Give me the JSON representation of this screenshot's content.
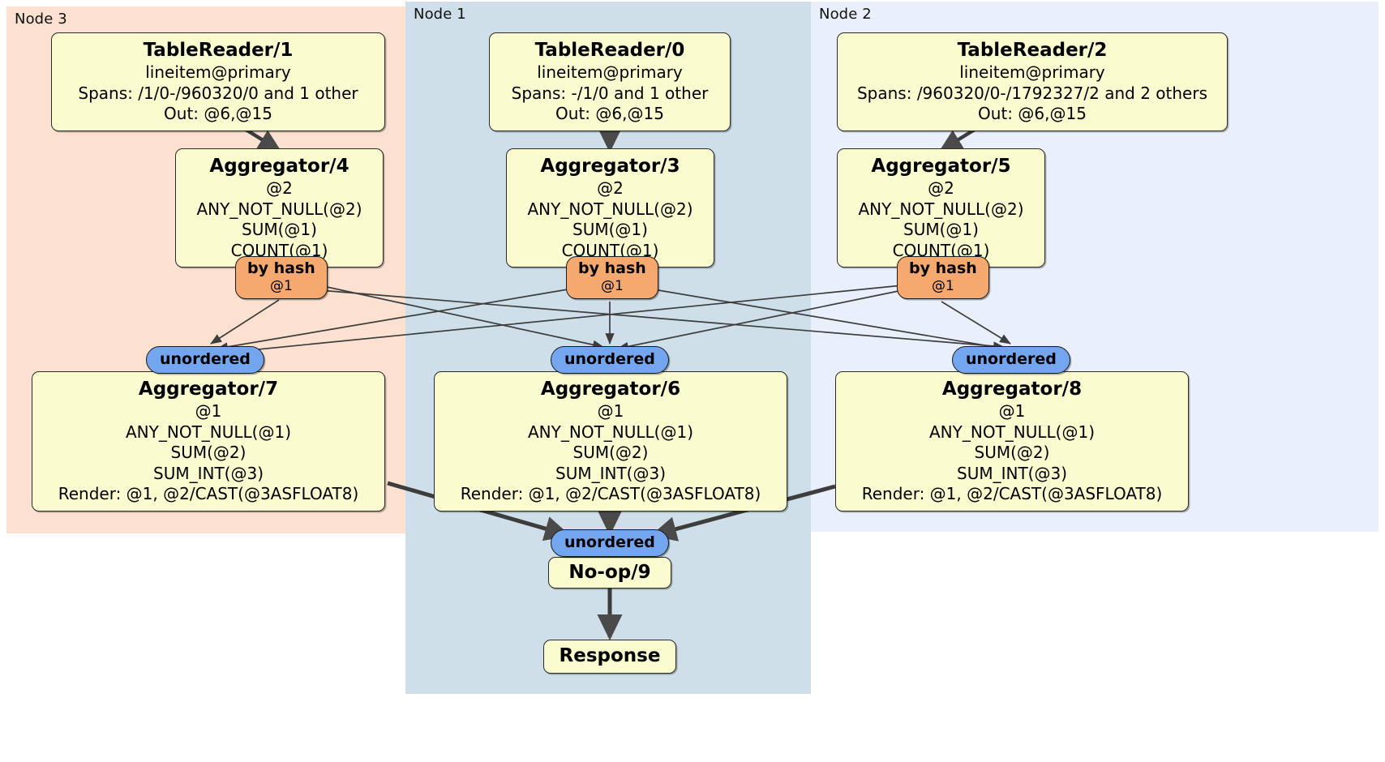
{
  "diagram": {
    "type": "distributed-query-plan",
    "title": "",
    "colors": {
      "node3_panel": "#fce0d0",
      "node1_panel": "#cfdfe9",
      "node2_panel": "#eaf0fb",
      "processor_box": "#fbfbd0",
      "hash_router": "#f6a96f",
      "unordered_synchronizer": "#74a6f0",
      "edge": "#3d3d3d"
    }
  },
  "panels": [
    {
      "id": "node3",
      "label": "Node 3"
    },
    {
      "id": "node1",
      "label": "Node 1"
    },
    {
      "id": "node2",
      "label": "Node 2"
    }
  ],
  "processors": {
    "table_reader_1": {
      "title": "TableReader/1",
      "lines": [
        "lineitem@primary",
        "Spans: /1/0-/960320/0 and 1 other",
        "Out: @6,@15"
      ]
    },
    "table_reader_0": {
      "title": "TableReader/0",
      "lines": [
        "lineitem@primary",
        "Spans: -/1/0 and 1 other",
        "Out: @6,@15"
      ]
    },
    "table_reader_2": {
      "title": "TableReader/2",
      "lines": [
        "lineitem@primary",
        "Spans: /960320/0-/1792327/2 and 2 others",
        "Out: @6,@15"
      ]
    },
    "aggregator_4": {
      "title": "Aggregator/4",
      "lines": [
        "@2",
        "ANY_NOT_NULL(@2)",
        "SUM(@1)",
        "COUNT(@1)"
      ]
    },
    "aggregator_3": {
      "title": "Aggregator/3",
      "lines": [
        "@2",
        "ANY_NOT_NULL(@2)",
        "SUM(@1)",
        "COUNT(@1)"
      ]
    },
    "aggregator_5": {
      "title": "Aggregator/5",
      "lines": [
        "@2",
        "ANY_NOT_NULL(@2)",
        "SUM(@1)",
        "COUNT(@1)"
      ]
    },
    "aggregator_7": {
      "title": "Aggregator/7",
      "lines": [
        "@1",
        "ANY_NOT_NULL(@1)",
        "SUM(@2)",
        "SUM_INT(@3)",
        "Render: @1, @2/CAST(@3ASFLOAT8)"
      ]
    },
    "aggregator_6": {
      "title": "Aggregator/6",
      "lines": [
        "@1",
        "ANY_NOT_NULL(@1)",
        "SUM(@2)",
        "SUM_INT(@3)",
        "Render: @1, @2/CAST(@3ASFLOAT8)"
      ]
    },
    "aggregator_8": {
      "title": "Aggregator/8",
      "lines": [
        "@1",
        "ANY_NOT_NULL(@1)",
        "SUM(@2)",
        "SUM_INT(@3)",
        "Render: @1, @2/CAST(@3ASFLOAT8)"
      ]
    },
    "noop_9": {
      "title": "No-op/9",
      "lines": []
    },
    "response": {
      "title": "Response",
      "lines": []
    }
  },
  "routers": {
    "hash_left": {
      "title": "by hash",
      "sub": "@1"
    },
    "hash_center": {
      "title": "by hash",
      "sub": "@1"
    },
    "hash_right": {
      "title": "by hash",
      "sub": "@1"
    }
  },
  "synchronizers": {
    "unordered_left": {
      "title": "unordered"
    },
    "unordered_center": {
      "title": "unordered"
    },
    "unordered_right": {
      "title": "unordered"
    },
    "unordered_final": {
      "title": "unordered"
    }
  }
}
